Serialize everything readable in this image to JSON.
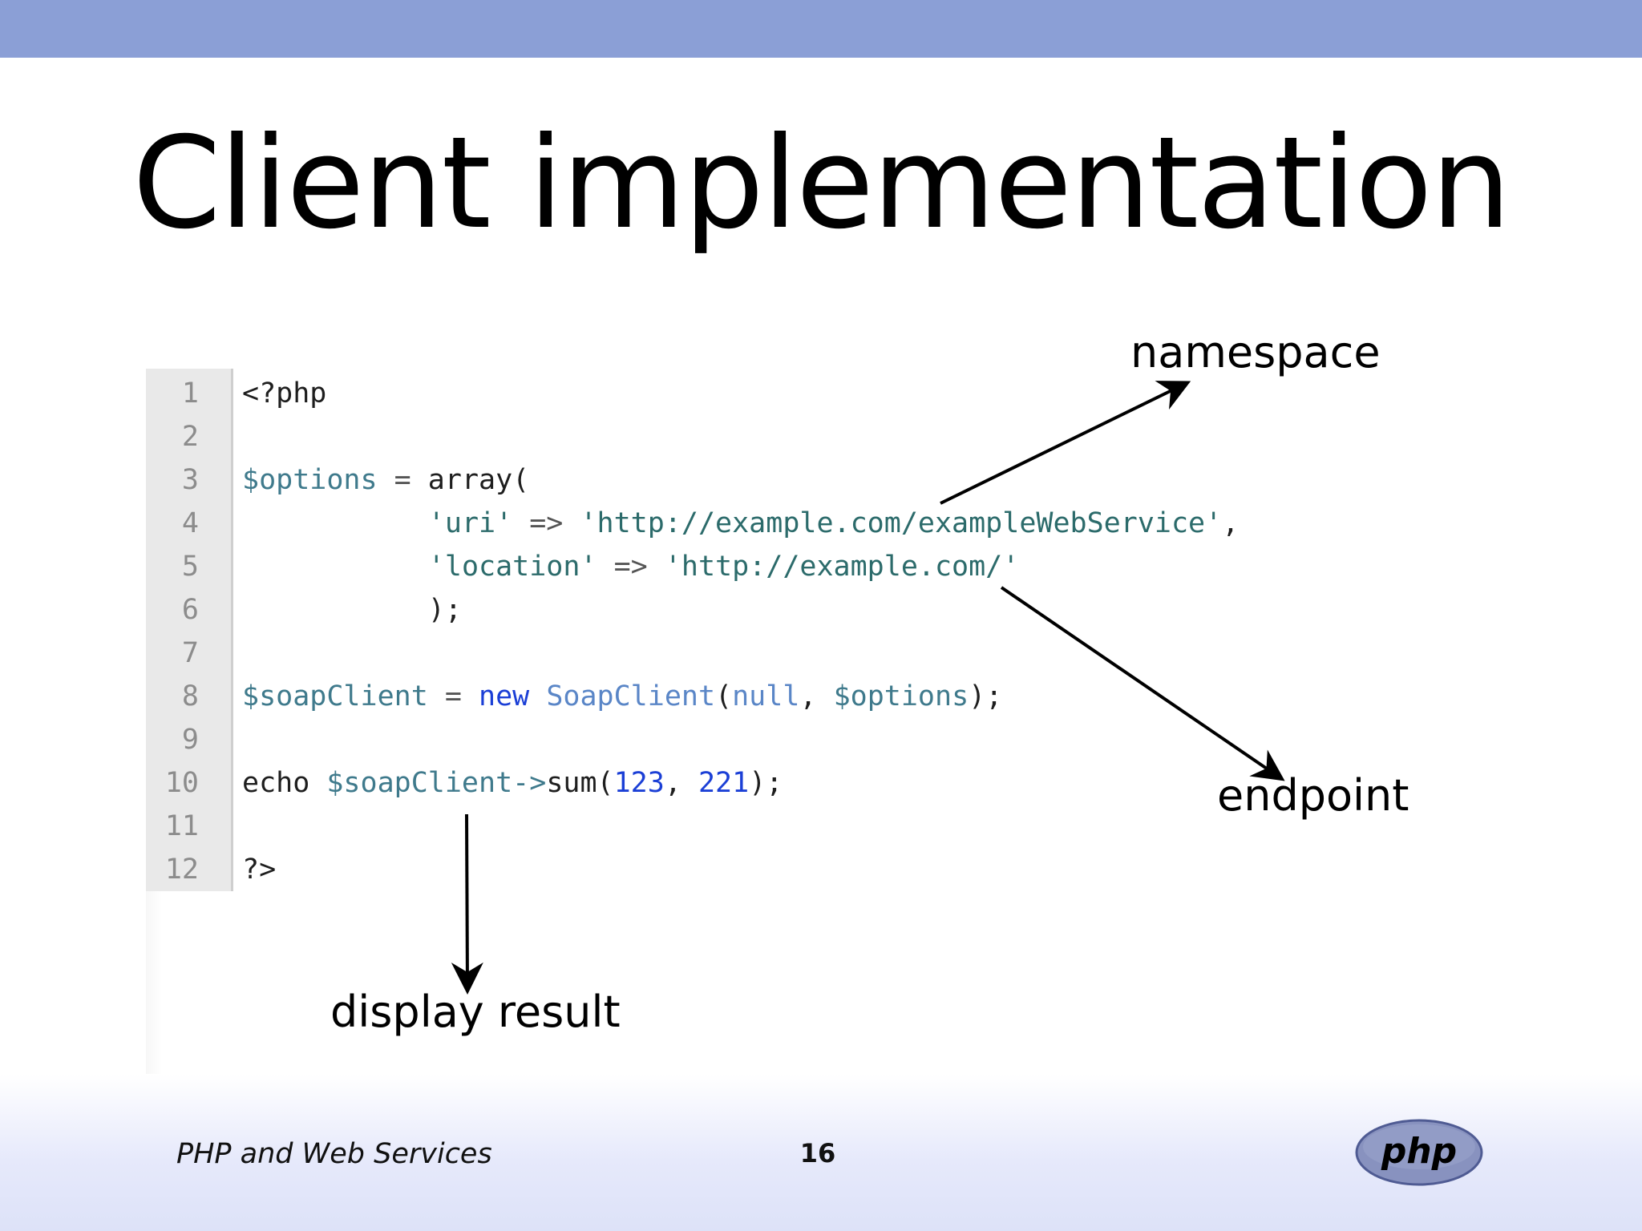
{
  "slide": {
    "title": "Client implementation",
    "footer_text": "PHP and Web Services",
    "page_number": "16",
    "logo_text": "php",
    "colors": {
      "top_bar": "#8b9fd6",
      "logo": "#8892bf"
    }
  },
  "code": {
    "line_numbers": [
      "1",
      "2",
      "3",
      "4",
      "5",
      "6",
      "7",
      "8",
      "9",
      "10",
      "11",
      "12"
    ],
    "l1": "<?php",
    "l3": {
      "var": "$options",
      "op": " = ",
      "fn": "array("
    },
    "l4": {
      "indent": "           ",
      "key": "'uri'",
      "arrow": " => ",
      "val": "'http://example.com/exampleWebService'",
      "comma": ","
    },
    "l5": {
      "indent": "           ",
      "key": "'location'",
      "arrow": " => ",
      "val": "'http://example.com/'"
    },
    "l6": {
      "indent": "           ",
      "close": ");"
    },
    "l8": {
      "var": "$soapClient",
      "op": " = ",
      "kw": "new",
      "sp": " ",
      "cls": "SoapClient",
      "open": "(",
      "null": "null",
      "comma": ", ",
      "arg": "$options",
      "close": ");"
    },
    "l10": {
      "echo": "echo ",
      "var": "$soapClient",
      "arrow": "->",
      "fn": "sum(",
      "n1": "123",
      "comma": ", ",
      "n2": "221",
      "close": ");"
    },
    "l12": "?>"
  },
  "annotations": {
    "namespace": "namespace",
    "endpoint": "endpoint",
    "display_result": "display result"
  }
}
